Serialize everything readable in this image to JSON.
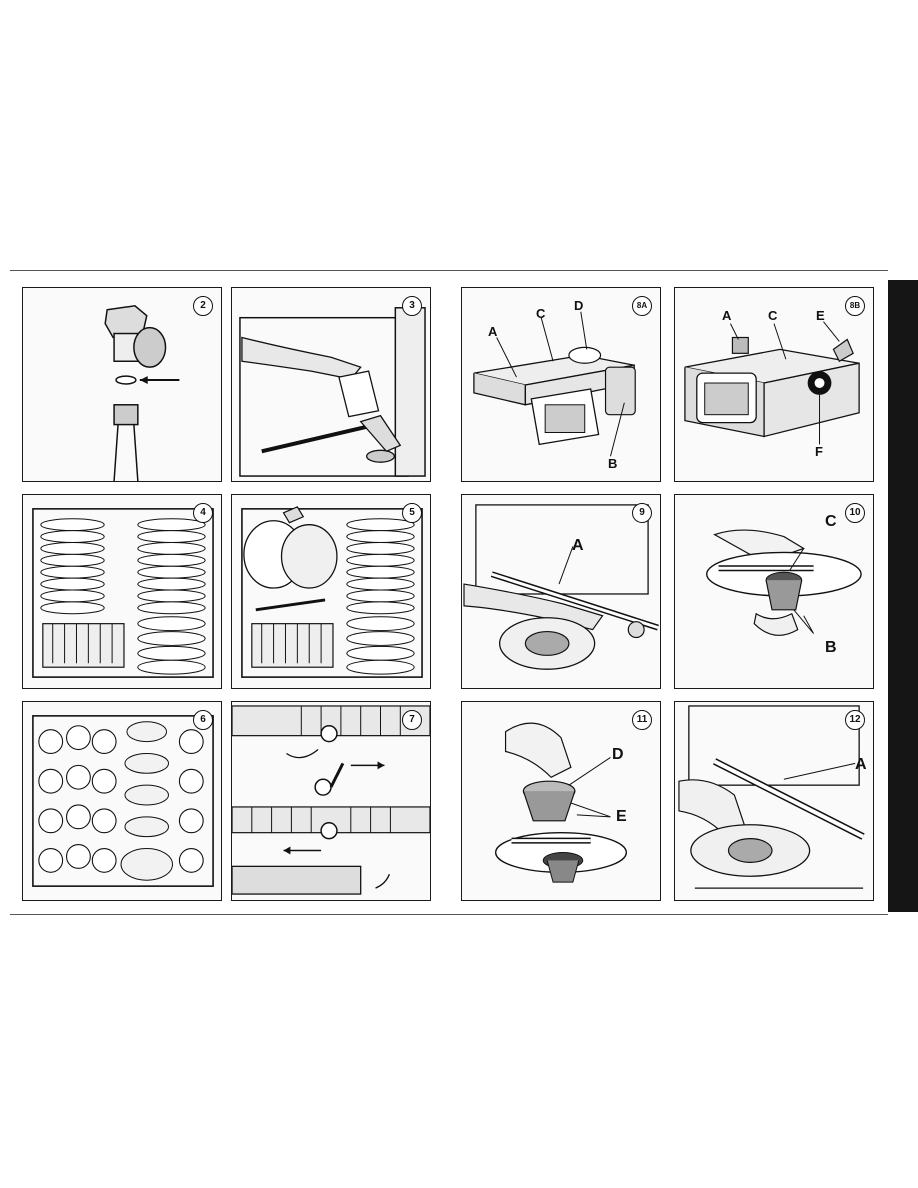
{
  "figures": [
    {
      "number": "2",
      "labels": []
    },
    {
      "number": "3",
      "labels": []
    },
    {
      "number": "4",
      "labels": []
    },
    {
      "number": "5",
      "labels": []
    },
    {
      "number": "6",
      "labels": []
    },
    {
      "number": "7",
      "labels": []
    },
    {
      "number": "8A",
      "labels": [
        "A",
        "C",
        "D",
        "B"
      ]
    },
    {
      "number": "8B",
      "labels": [
        "A",
        "C",
        "E",
        "F"
      ]
    },
    {
      "number": "9",
      "labels": [
        "A"
      ]
    },
    {
      "number": "10",
      "labels": [
        "C",
        "B"
      ]
    },
    {
      "number": "11",
      "labels": [
        "D",
        "E"
      ]
    },
    {
      "number": "12",
      "labels": [
        "A"
      ]
    }
  ],
  "colors": {
    "line": "#1a1a1a",
    "paper": "#fafafa",
    "edge": "#151515"
  }
}
